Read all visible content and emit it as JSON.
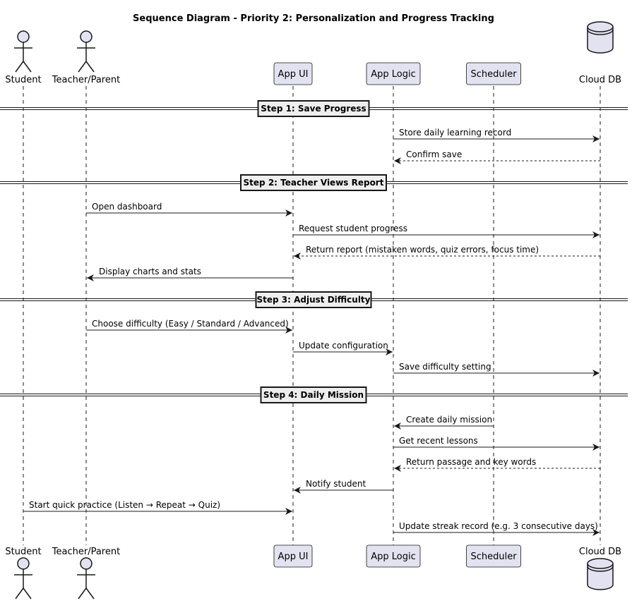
{
  "title": "Sequence Diagram - Priority 2: Personalization and Progress Tracking",
  "participants": [
    {
      "id": "student",
      "label": "Student",
      "kind": "actor"
    },
    {
      "id": "teacher",
      "label": "Teacher/Parent",
      "kind": "actor"
    },
    {
      "id": "appui",
      "label": "App UI",
      "kind": "box"
    },
    {
      "id": "logic",
      "label": "App Logic",
      "kind": "box"
    },
    {
      "id": "sched",
      "label": "Scheduler",
      "kind": "box"
    },
    {
      "id": "db",
      "label": "Cloud DB",
      "kind": "database"
    }
  ],
  "steps": [
    {
      "label": "Step 1: Save Progress",
      "messages": [
        {
          "from": "logic",
          "to": "db",
          "text": "Store daily learning record",
          "style": "solid"
        },
        {
          "from": "db",
          "to": "logic",
          "text": "Confirm save",
          "style": "dashed"
        }
      ]
    },
    {
      "label": "Step 2: Teacher Views Report",
      "messages": [
        {
          "from": "teacher",
          "to": "appui",
          "text": "Open dashboard",
          "style": "solid"
        },
        {
          "from": "appui",
          "to": "db",
          "text": "Request student progress",
          "style": "solid"
        },
        {
          "from": "db",
          "to": "appui",
          "text": "Return report (mistaken words, quiz errors, focus time)",
          "style": "dashed"
        },
        {
          "from": "appui",
          "to": "teacher",
          "text": "Display charts and stats",
          "style": "solid"
        }
      ]
    },
    {
      "label": "Step 3: Adjust Difficulty",
      "messages": [
        {
          "from": "teacher",
          "to": "appui",
          "text": "Choose difficulty (Easy / Standard / Advanced)",
          "style": "solid"
        },
        {
          "from": "appui",
          "to": "logic",
          "text": "Update configuration",
          "style": "solid"
        },
        {
          "from": "logic",
          "to": "db",
          "text": "Save difficulty setting",
          "style": "solid"
        }
      ]
    },
    {
      "label": "Step 4: Daily Mission",
      "messages": [
        {
          "from": "sched",
          "to": "logic",
          "text": "Create daily mission",
          "style": "solid"
        },
        {
          "from": "logic",
          "to": "db",
          "text": "Get recent lessons",
          "style": "solid"
        },
        {
          "from": "db",
          "to": "logic",
          "text": "Return passage and key words",
          "style": "dashed"
        },
        {
          "from": "logic",
          "to": "appui",
          "text": "Notify student",
          "style": "solid"
        },
        {
          "from": "student",
          "to": "appui",
          "text": "Start quick practice (Listen → Repeat → Quiz)",
          "style": "solid"
        },
        {
          "from": "logic",
          "to": "db",
          "text": "Update streak record (e.g. 3 consecutive days)",
          "style": "solid"
        }
      ]
    }
  ],
  "colors": {
    "participant_fill": "#E2E2F0",
    "participant_border": "#181818",
    "lifeline": "#181818",
    "divider_fill": "#EEEEEE",
    "line": "#181818"
  }
}
